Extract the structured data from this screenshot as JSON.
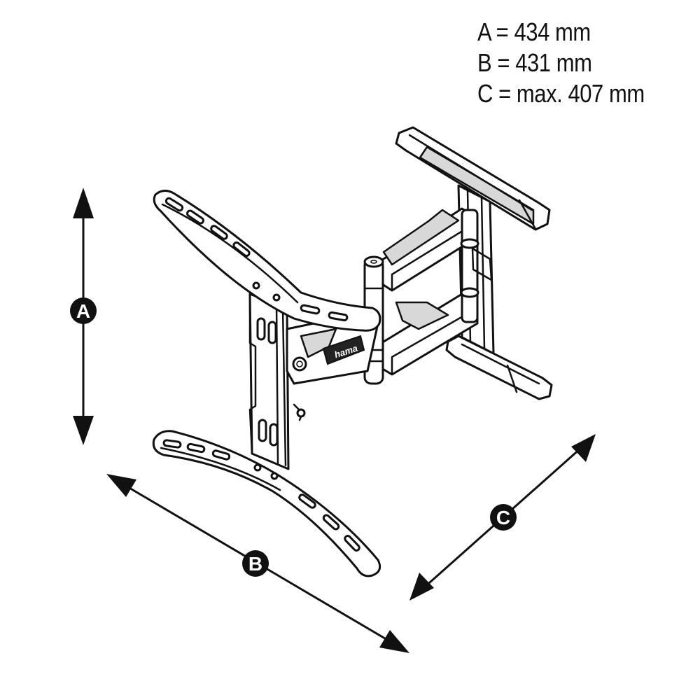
{
  "specs": [
    {
      "label": "A",
      "value": "434 mm",
      "text": "A = 434 mm"
    },
    {
      "label": "B",
      "value": "431 mm",
      "text": "B = 431 mm"
    },
    {
      "label": "C",
      "value": "max. 407 mm",
      "text": "C = max. 407 mm"
    }
  ],
  "markers": {
    "a": "A",
    "b": "B",
    "c": "C"
  },
  "brand": "hama",
  "colors": {
    "ink": "#111111",
    "paper": "#ffffff",
    "shade": "#d8d8d8"
  }
}
